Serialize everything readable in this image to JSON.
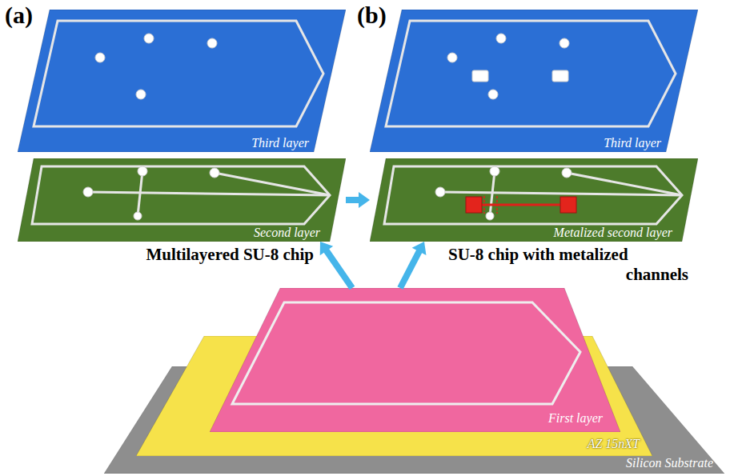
{
  "diagram": {
    "nodes": [
      {
        "text": [
          "Third layer"
        ]
      },
      {
        "text": [
          "Second layer"
        ]
      },
      {
        "text": [
          "Third layer"
        ]
      },
      {
        "text": [
          "Metalized second layer"
        ]
      },
      {
        "text": [
          "First layer"
        ]
      },
      {
        "text": [
          "AZ 15nXT"
        ]
      },
      {
        "text": [
          "Silicon Substrate"
        ]
      }
    ],
    "edges": [
      {
        "from": 1,
        "to": 3,
        "arrow": "to"
      },
      {
        "from": 4,
        "to": 1,
        "arrow": "to"
      },
      {
        "from": 4,
        "to": 3,
        "arrow": "to"
      }
    ],
    "labels": [
      "(a)",
      "(b)",
      "Multilayered SU-8 chip",
      "SU-8 chip with metalized channels"
    ]
  }
}
